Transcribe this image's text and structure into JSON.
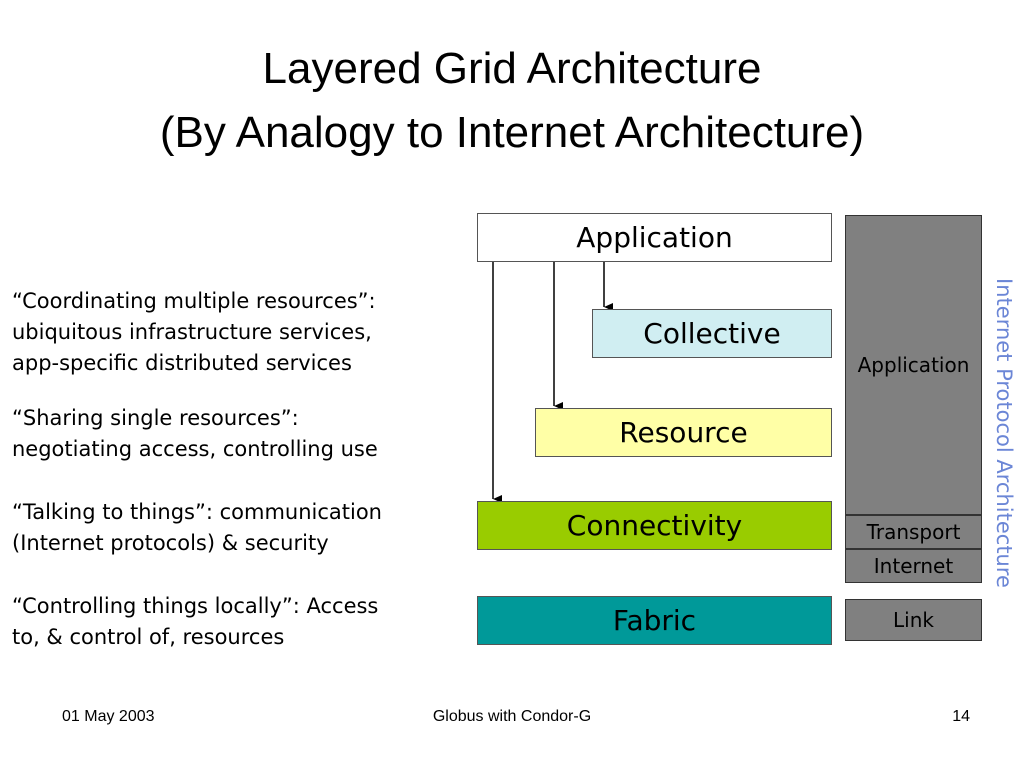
{
  "slide": {
    "title_line1": "Layered Grid Architecture",
    "title_line2": "(By Analogy to Internet Architecture)"
  },
  "descriptions": {
    "collective": [
      "“Coordinating multiple resources”:",
      "ubiquitous infrastructure services,",
      "app-specific distributed services"
    ],
    "resource": [
      "“Sharing single resources”:",
      "negotiating access, controlling use"
    ],
    "connectivity": [
      "“Talking to things”: communication",
      "(Internet protocols) & security"
    ],
    "fabric": [
      "“Controlling things locally”: Access",
      "to, & control of, resources"
    ]
  },
  "grid_layers": {
    "application": "Application",
    "collective": "Collective",
    "resource": "Resource",
    "connectivity": "Connectivity",
    "fabric": "Fabric"
  },
  "internet_protocol": {
    "label": "Internet Protocol Architecture",
    "application": "Application",
    "transport": "Transport",
    "internet": "Internet",
    "link": "Link"
  },
  "colors": {
    "collective": "#d0eef2",
    "resource": "#ffffa6",
    "connectivity": "#99cc00",
    "fabric": "#009999",
    "ip_stack": "#808080",
    "ip_label": "#6b86d6"
  },
  "footer": {
    "date": "01 May 2003",
    "center": "Globus with Condor-G",
    "page": "14"
  }
}
